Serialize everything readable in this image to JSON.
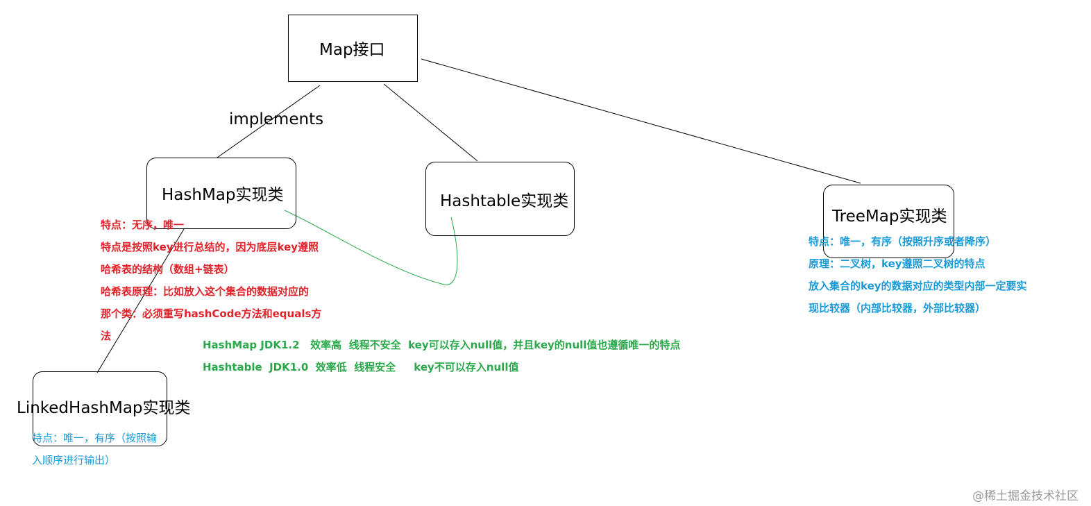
{
  "colors": {
    "red_note": "#e0222a",
    "blue_note": "#1a9ad6",
    "green_note": "#2aa84a",
    "curve": "#2aa84a",
    "line": "#000000"
  },
  "nodes": {
    "map": "Map接口",
    "hashmap": "HashMap实现类",
    "hashtable": "Hashtable实现类",
    "treemap": "TreeMap实现类",
    "linkedhashmap": "LinkedHashMap实现类"
  },
  "edge_label": "implements",
  "notes": {
    "hashmap": [
      "特点：无序，唯一",
      "特点是按照key进行总结的，因为底层key遵照",
      "哈希表的结构（数组+链表）",
      "哈希表原理：比如放入这个集合的数据对应的",
      "那个类：必须重写hashCode方法和equals方",
      "法"
    ],
    "treemap": [
      "特点：唯一，有序（按照升序或者降序）",
      "原理：二叉树，key遵照二叉树的特点",
      "放入集合的key的数据对应的类型内部一定要实",
      "现比较器（内部比较器，外部比较器）"
    ],
    "linkedhashmap": [
      "特点：唯一，有序（按照输",
      "入顺序进行输出）"
    ],
    "comparison": [
      "HashMap JDK1.2   效率高  线程不安全  key可以存入null值，并且key的null值也遵循唯一的特点",
      "Hashtable  JDK1.0  效率低  线程安全     key不可以存入null值"
    ]
  },
  "watermark": "@稀土掘金技术社区"
}
